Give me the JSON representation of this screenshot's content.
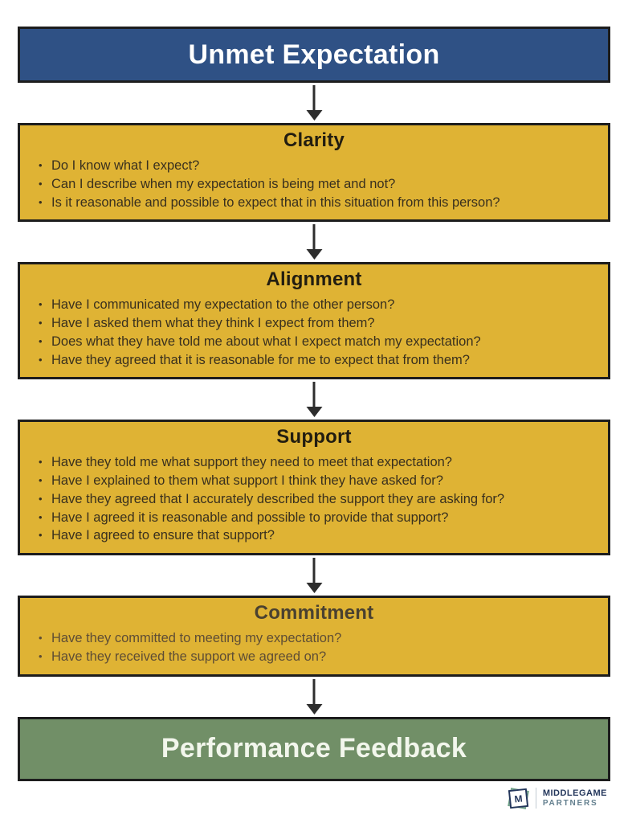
{
  "colors": {
    "header_bg": "#2F5185",
    "header_text": "#FFFFFF",
    "stage_bg": "#DFB334",
    "stage_border": "#1D1D1D",
    "end_bg": "#718F67",
    "end_text": "#F2F6EC",
    "arrow": "#2D2D2D",
    "logo_navy": "#24375C",
    "logo_slate": "#64808F",
    "logo_green": "#6FA287"
  },
  "flow": {
    "start": {
      "label": "Unmet Expectation"
    },
    "stages": [
      {
        "title": "Clarity",
        "title_color": "#221D10",
        "text_color": "#39301E",
        "questions": [
          "Do I know what I expect?",
          "Can I describe when my expectation is being met and not?",
          "Is it reasonable and possible to expect that in this situation from this person?"
        ]
      },
      {
        "title": "Alignment",
        "title_color": "#221D10",
        "text_color": "#39301E",
        "questions": [
          "Have I communicated my expectation to the other person?",
          "Have I asked them what they think I expect from them?",
          "Does what they have told me about what I expect match my expectation?",
          "Have they agreed that it is reasonable for me to expect that from them?"
        ]
      },
      {
        "title": "Support",
        "title_color": "#221D10",
        "text_color": "#39301E",
        "questions": [
          "Have they told me what support they need to meet that expectation?",
          "Have I explained to them what support I think they have asked for?",
          "Have they agreed that I accurately described the support they are asking for?",
          "Have I agreed it is reasonable and possible to provide that support?",
          "Have I agreed to ensure that support?"
        ]
      },
      {
        "title": "Commitment",
        "title_color": "#4A4130",
        "text_color": "#5E4D35",
        "questions": [
          "Have they committed to meeting my expectation?",
          "Have they received the support we agreed on?"
        ]
      }
    ],
    "end": {
      "label": "Performance Feedback"
    }
  },
  "logo": {
    "monogram": "M",
    "line1": "MIDDLEGAME",
    "line2": "PARTNERS"
  }
}
